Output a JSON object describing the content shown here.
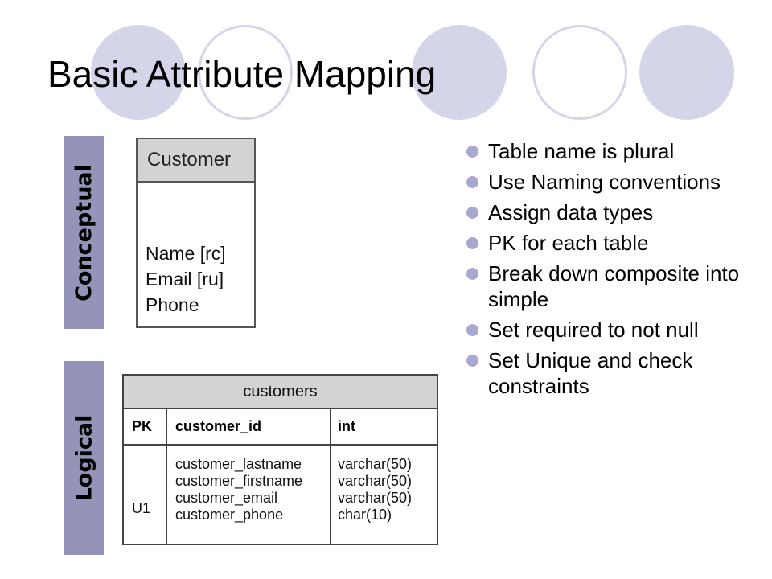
{
  "slide": {
    "title": "Basic Attribute Mapping",
    "accent_color": "#d5d5ea",
    "label_color": "#9494b9"
  },
  "labels": {
    "conceptual": "Conceptual",
    "logical": "Logical"
  },
  "conceptual_entity": {
    "name": "Customer",
    "attributes": [
      "Name [rc]",
      "Email [ru]",
      "Phone"
    ]
  },
  "logical_table": {
    "name": "customers",
    "pk_label": "PK",
    "pk_column": "customer_id",
    "pk_type": "int",
    "key_label": "U1",
    "columns": [
      "customer_lastname",
      "customer_firstname",
      "customer_email",
      "customer_phone"
    ],
    "types": [
      "varchar(50)",
      "varchar(50)",
      "varchar(50)",
      "char(10)"
    ]
  },
  "bullets": [
    "Table name is plural",
    "Use Naming conventions",
    "Assign data types",
    "PK for each table",
    "Break down composite into simple",
    "Set required to not null",
    "Set Unique and check constraints"
  ]
}
